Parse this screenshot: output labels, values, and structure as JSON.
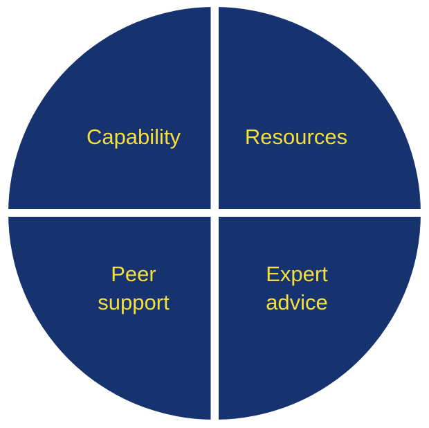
{
  "diagram": {
    "type": "quartered-circle",
    "colors": {
      "fill": "#163370",
      "text": "#F5DF3C",
      "background": "#FFFFFF"
    },
    "quadrants": [
      {
        "position": "top-left",
        "lines": [
          "Capability"
        ]
      },
      {
        "position": "top-right",
        "lines": [
          "Resources"
        ]
      },
      {
        "position": "bottom-left",
        "lines": [
          "Peer",
          "support"
        ]
      },
      {
        "position": "bottom-right",
        "lines": [
          "Expert",
          "advice"
        ]
      }
    ]
  }
}
